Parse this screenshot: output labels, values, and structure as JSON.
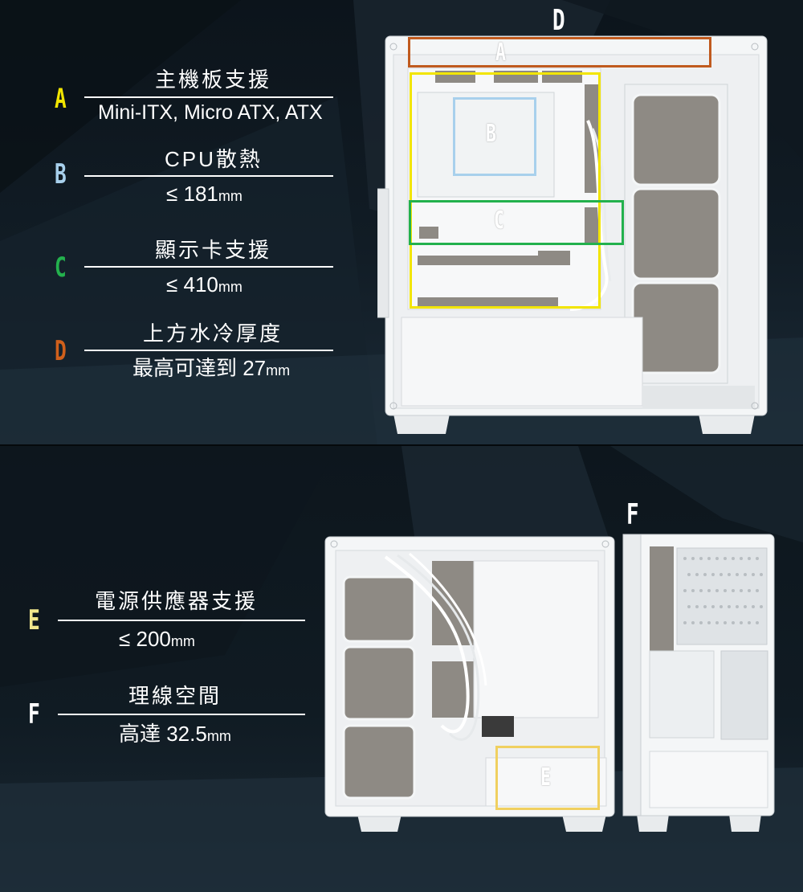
{
  "specs_top": [
    {
      "letter": "A",
      "color": "#f2e500",
      "title": "主機板支援",
      "value": "Mini-ITX, Micro ATX, ATX",
      "unit": ""
    },
    {
      "letter": "B",
      "color": "#a8d0ec",
      "title": "CPU散熱",
      "value": "≤ 181",
      "unit": "mm"
    },
    {
      "letter": "C",
      "color": "#23b14d",
      "title": "顯示卡支援",
      "value": "≤ 410",
      "unit": "mm"
    },
    {
      "letter": "D",
      "color": "#d0601b",
      "title": "上方水冷厚度",
      "value": "最高可達到 27",
      "unit": "mm"
    }
  ],
  "specs_bottom": [
    {
      "letter": "E",
      "color": "#f0e68c",
      "title": "電源供應器支援",
      "value": "≤ 200",
      "unit": "mm"
    },
    {
      "letter": "F",
      "color": "#ffffff",
      "title": "理線空間",
      "value": "高達 32.5",
      "unit": "mm"
    }
  ],
  "callouts": {
    "a": {
      "label": "A",
      "color": "#c05a1e"
    },
    "b": {
      "label": "B",
      "color": "#a8d0ec"
    },
    "c": {
      "label": "C",
      "color": "#23b14d"
    },
    "e": {
      "label": "E",
      "color": "#f0d060"
    }
  },
  "case_letters": {
    "d": "D",
    "f": "F"
  },
  "colors": {
    "case_white": "#f4f6f7",
    "case_shadow": "#d9dde0",
    "panel_gray": "#8e8a84",
    "outline_yellow": "#f2e500"
  }
}
